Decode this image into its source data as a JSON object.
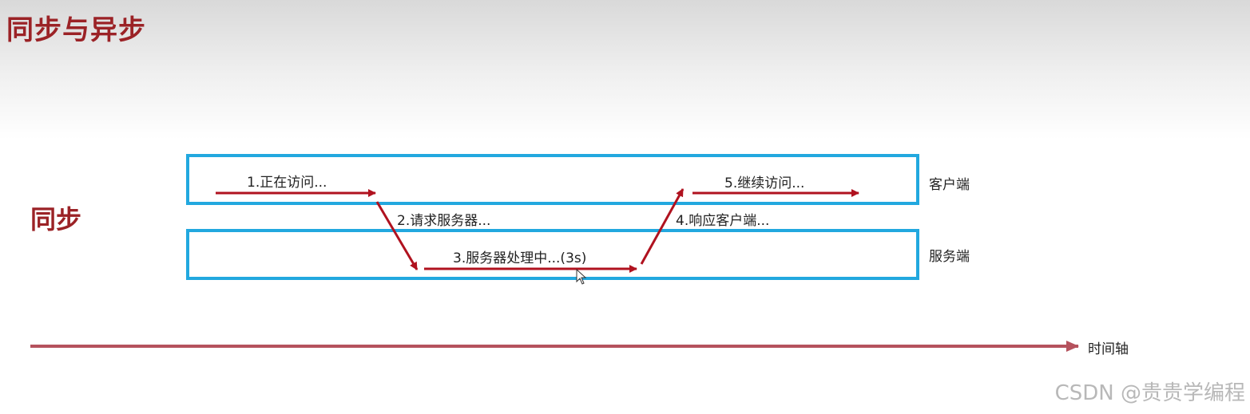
{
  "title": "同步与异步",
  "section_label": "同步",
  "lanes": {
    "client": "客户端",
    "server": "服务端"
  },
  "steps": [
    "1.正在访问...",
    "2.请求服务器...",
    "3.服务器处理中...(3s)",
    "4.响应客户端...",
    "5.继续访问..."
  ],
  "timeline_label": "时间轴",
  "watermark": "CSDN @贵贵学编程",
  "colors": {
    "title": "#9b2226",
    "lane_border": "#22a8df",
    "arrow": "#b0121f",
    "timeline": "#b5525d"
  },
  "icons": {
    "cursor": "mouse-pointer-icon"
  }
}
